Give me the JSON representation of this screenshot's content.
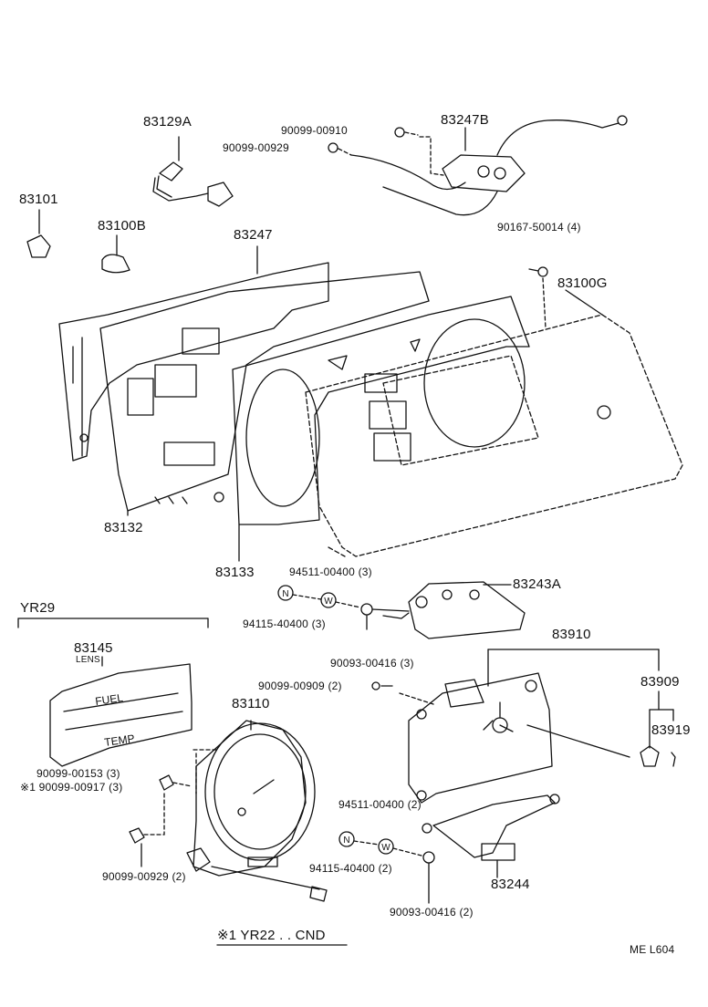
{
  "part_labels": {
    "p83129A": "83129A",
    "p90099_00910": "90099-00910",
    "p90099_00929_top": "90099-00929",
    "p83247B": "83247B",
    "p83101": "83101",
    "p83100B": "83100B",
    "p83247": "83247",
    "p90167_50014": "90167-50014 (4)",
    "p83100G": "83100G",
    "p83132": "83132",
    "p83133": "83133",
    "p94511_00400_3": "94511-00400 (3)",
    "p83243A": "83243A",
    "p94115_40400_3": "94115-40400 (3)",
    "p90093_00416_3": "90093-00416 (3)",
    "p83910": "83910",
    "p90099_00909": "90099-00909 (2)",
    "p83909": "83909",
    "p83919": "83919",
    "p83145": "83145",
    "lens": "LENS",
    "p83110": "83110",
    "p90099_00153": "90099-00153 (3)",
    "p90099_00917": "※1 90099-00917 (3)",
    "p90099_00929_bottom": "90099-00929 (2)",
    "p94511_00400_2": "94511-00400 (2)",
    "p94115_40400_2": "94115-40400 (2)",
    "p83244": "83244",
    "p90093_00416_2": "90093-00416 (2)"
  },
  "section_label": "YR29",
  "lens_text": {
    "fuel": "FUEL",
    "temp": "TEMP"
  },
  "footnote": "※1 YR22 . . CND",
  "drawing_code": "ME  L604",
  "washer_marks": {
    "n": "N",
    "w": "W"
  }
}
